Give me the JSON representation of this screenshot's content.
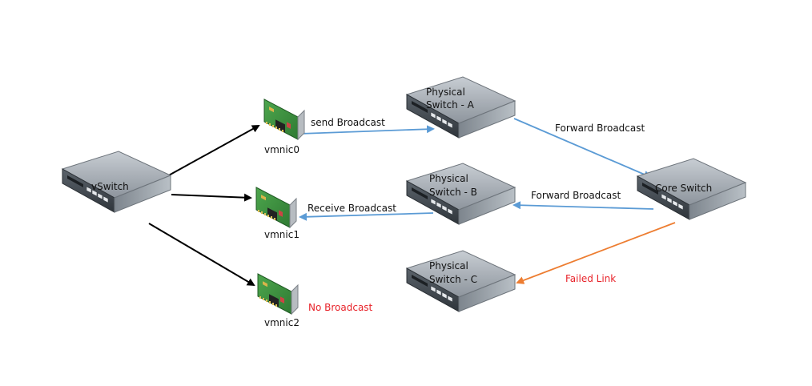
{
  "nodes": {
    "vswitch": "vSwitch",
    "vmnic0": "vmnic0",
    "vmnic1": "vmnic1",
    "vmnic2": "vmnic2",
    "switch_a": [
      "Physical",
      "Switch - A"
    ],
    "switch_b": [
      "Physical",
      "Switch - B"
    ],
    "switch_c": [
      "Physical",
      "Switch - C"
    ],
    "core": "Core Switch"
  },
  "edges": {
    "send": "send Broadcast",
    "forward_a": "Forward Broadcast",
    "forward_b": "Forward Broadcast",
    "receive": "Receive Broadcast",
    "failed": "Failed Link",
    "none": "No Broadcast"
  },
  "colors": {
    "black_arrow": "#000000",
    "blue_arrow": "#5b9bd5",
    "orange_arrow": "#ed7d31",
    "red_text": "#e8232a",
    "switch_body": "#8c959e",
    "nic_board": "#3f8f3f"
  },
  "icons": {
    "switch": "network-switch-icon",
    "nic": "network-card-icon"
  }
}
